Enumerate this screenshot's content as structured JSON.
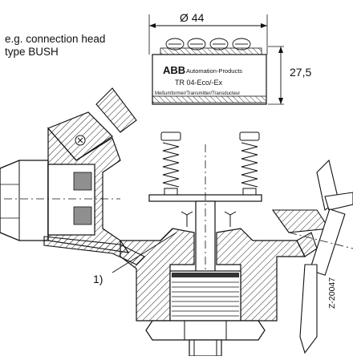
{
  "caption": {
    "line1": "e.g. connection head",
    "line2": "type BUSH"
  },
  "dimensions": {
    "diameter": "Ø 44",
    "height": "27,5"
  },
  "transmitter": {
    "brand": "ABB",
    "brand_sub": "Automation-Products",
    "model": "TR 04-Eco/-Ex",
    "subtitle": "Meßumformer/Transmitter/Transducteur"
  },
  "callout": {
    "ref": "1)"
  },
  "figure_id": "Z-20047"
}
